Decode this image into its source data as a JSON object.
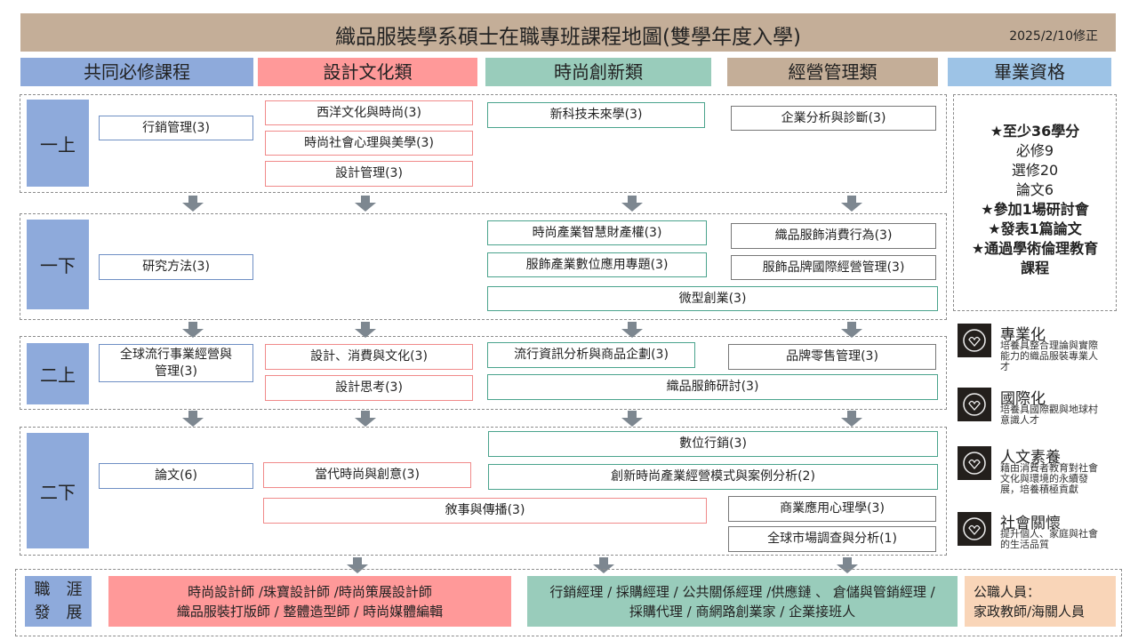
{
  "title": "織品服裝學系碩士在職專班課程地圖(雙學年度入學)",
  "revision": "2025/2/10修正",
  "headers": [
    "共同必修課程",
    "設計文化類",
    "時尚創新類",
    "經營管理類",
    "畢業資格"
  ],
  "semesters": [
    "一上",
    "一下",
    "二上",
    "二下"
  ],
  "courses": [
    "行銷管理(3)",
    "西洋文化與時尚(3)",
    "時尚社會心理與美學(3)",
    "設計管理(3)",
    "新科技未來學(3)",
    "企業分析與診斷(3)",
    "研究方法(3)",
    "時尚產業智慧財產權(3)",
    "服飾產業數位應用專題(3)",
    "微型創業(3)",
    "織品服飾消費行為(3)",
    "服飾品牌國際經營管理(3)",
    "全球流行事業經營與管理(3)",
    "設計、消費與文化(3)",
    "設計思考(3)",
    "流行資訊分析與商品企劃(3)",
    "品牌零售管理(3)",
    "織品服飾研討(3)",
    "論文(6)",
    "當代時尚與創意(3)",
    "敘事與傳播(3)",
    "數位行銷(3)",
    "創新時尚產業經營模式與案例分析(2)",
    "商業應用心理學(3)",
    "全球市場調查與分析(1)"
  ],
  "requirements": [
    "★至少36學分",
    "必修9",
    "選修20",
    "論文6",
    "★參加1場研討會",
    "★發表1篇論文",
    "★通過學術倫理教育課程"
  ],
  "values": [
    {
      "title": "專業化",
      "desc": "培養具整合理論與實際能力的織品服裝專業人才",
      "icon": "hands-star-icon"
    },
    {
      "title": "國際化",
      "desc": "培養具國際觀與地球村意識人才",
      "icon": "globe-icon"
    },
    {
      "title": "人文素養",
      "desc": "藉由消費者教育對社會文化與環境的永續發展，培養積極貢獻",
      "icon": "heart-circle-icon"
    },
    {
      "title": "社會關懷",
      "desc": "提升個人、家庭與社會的生活品質",
      "icon": "people-heart-icon"
    }
  ],
  "career": {
    "label": [
      "職　涯",
      "發　展"
    ],
    "design": [
      "時尚設計師 /珠寶設計師 /時尚策展設計師",
      "織品服裝打版師 / 整體造型師 / 時尚媒體編輯"
    ],
    "business": [
      "行銷經理 / 採購經理 / 公共關係經理 /供應鏈 、 倉儲與管銷經理 /",
      "採購代理 / 商網路創業家 / 企業接班人"
    ],
    "public": [
      "公職人員：",
      "家政教師/海關人員"
    ]
  },
  "colors": {
    "title": "#c4ae98",
    "core": "#8eaadb",
    "design": "#ff9999",
    "innovation": "#99ccbb",
    "business": "#c4ae98",
    "grad": "#9dc3e6",
    "public": "#f9d5b8"
  }
}
